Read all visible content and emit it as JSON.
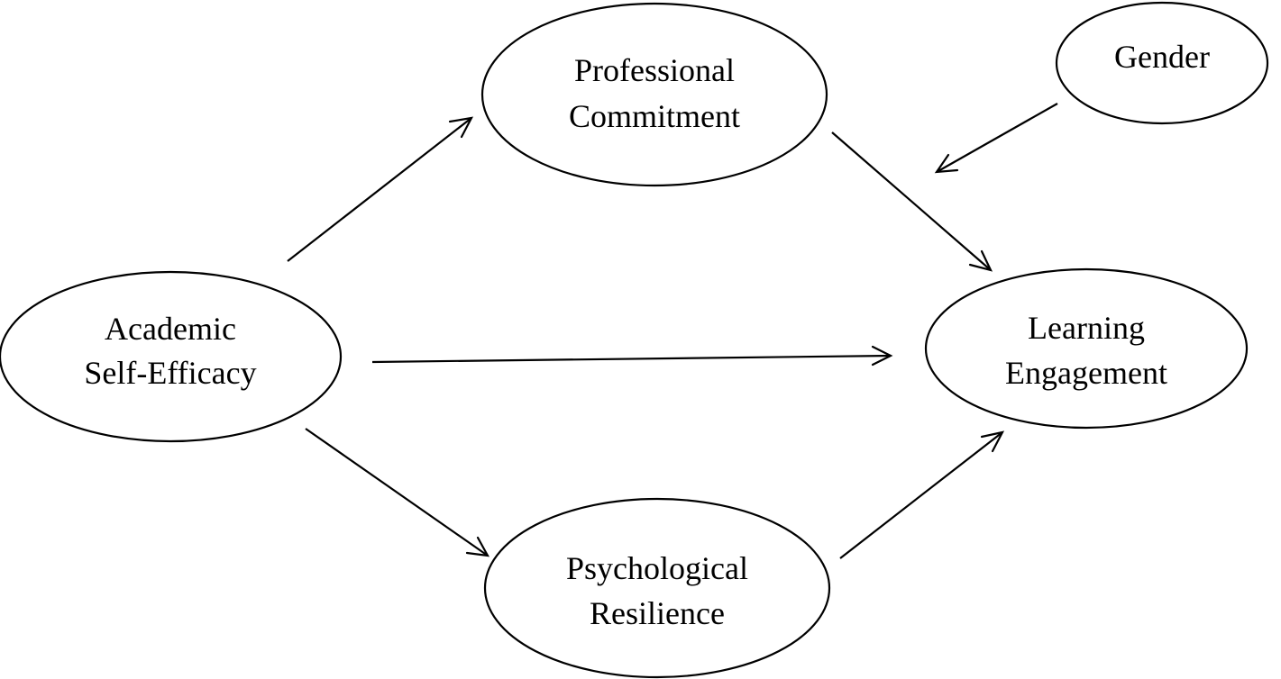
{
  "diagram": {
    "type": "path-model",
    "nodes": [
      {
        "id": "academic-self-efficacy",
        "lines": [
          "Academic",
          "Self-Efficacy"
        ]
      },
      {
        "id": "professional-commitment",
        "lines": [
          "Professional",
          "Commitment"
        ]
      },
      {
        "id": "psychological-resilience",
        "lines": [
          "Psychological",
          "Resilience"
        ]
      },
      {
        "id": "learning-engagement",
        "lines": [
          "Learning",
          "Engagement"
        ]
      },
      {
        "id": "gender",
        "lines": [
          "Gender"
        ]
      }
    ],
    "edges": [
      {
        "from": "academic-self-efficacy",
        "to": "professional-commitment"
      },
      {
        "from": "academic-self-efficacy",
        "to": "learning-engagement"
      },
      {
        "from": "academic-self-efficacy",
        "to": "psychological-resilience"
      },
      {
        "from": "professional-commitment",
        "to": "learning-engagement"
      },
      {
        "from": "psychological-resilience",
        "to": "learning-engagement"
      },
      {
        "from": "gender",
        "to": "path:professional-commitment->learning-engagement",
        "kind": "moderation"
      }
    ],
    "colors": {
      "stroke": "#000000",
      "background": "#ffffff"
    }
  }
}
